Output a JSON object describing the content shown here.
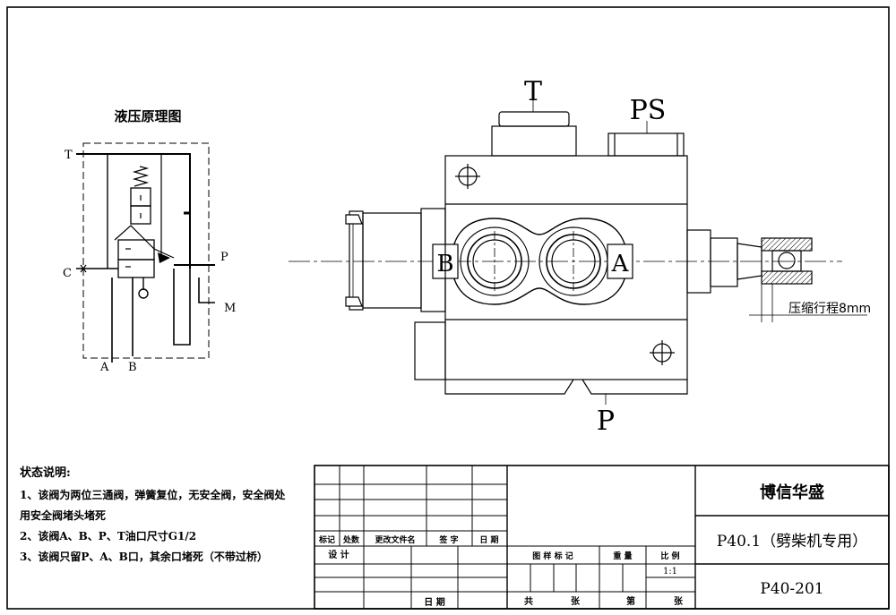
{
  "schematic": {
    "title": "液压原理图",
    "ports": {
      "t": "T",
      "c": "C",
      "p": "P",
      "m": "M",
      "a": "A",
      "b": "B"
    }
  },
  "assembly": {
    "ports": {
      "t": "T",
      "ps": "PS",
      "p": "P",
      "a": "A",
      "b": "B"
    },
    "stroke_note": "压缩行程8mm"
  },
  "notes": {
    "heading": "状态说明:",
    "lines": [
      "1、该阀为两位三通阀，弹簧复位，无安全阀，安全阀处",
      "用安全阀堵头堵死",
      "2、该阀A、B、P、T油口尺寸G1/2",
      "3、该阀只留P、A、B口，其余口堵死（不带过桥）"
    ]
  },
  "title_block": {
    "company": "博信华盛",
    "model": "P40.1（劈柴机专用）",
    "drawing_no": "P40-201",
    "rev_headers": [
      "标记",
      "处数",
      "更改文件名",
      "签 字",
      "日 期"
    ],
    "design": "设 计",
    "date": "日 期",
    "fields": [
      "图 样 标 记",
      "重 量",
      "比 例"
    ],
    "scale": "1:1",
    "total": "共",
    "sheet": "张",
    "number": "第",
    "sheet2": "张"
  }
}
